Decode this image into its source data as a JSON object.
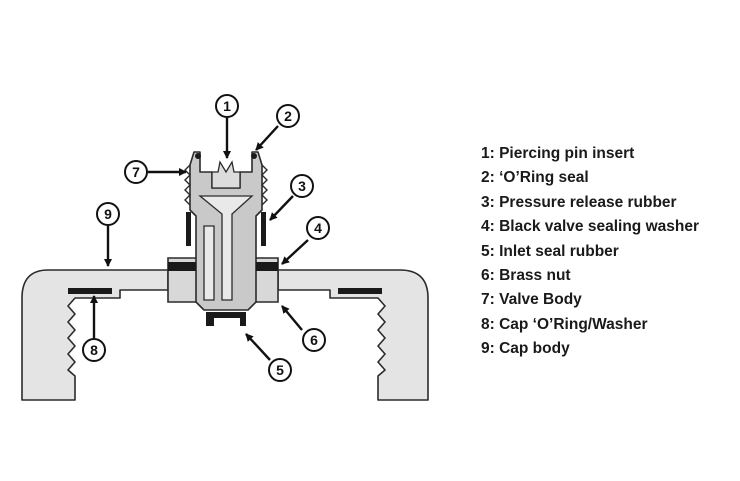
{
  "colors": {
    "part_fill": "#e4e4e4",
    "valve_fill": "#c9c9c9",
    "outline": "#2b2b2b",
    "seal": "#1a1a1a",
    "text": "#1a1a1a"
  },
  "callouts": [
    {
      "number": "1",
      "label": "1: Piercing pin insert"
    },
    {
      "number": "2",
      "label": "2: ‘O’Ring seal"
    },
    {
      "number": "3",
      "label": "3: Pressure release rubber"
    },
    {
      "number": "4",
      "label": "4: Black valve sealing washer"
    },
    {
      "number": "5",
      "label": "5: Inlet seal rubber"
    },
    {
      "number": "6",
      "label": "6: Brass nut"
    },
    {
      "number": "7",
      "label": "7: Valve Body"
    },
    {
      "number": "8",
      "label": "8: Cap ‘O’Ring/Washer"
    },
    {
      "number": "9",
      "label": "9: Cap body"
    }
  ]
}
